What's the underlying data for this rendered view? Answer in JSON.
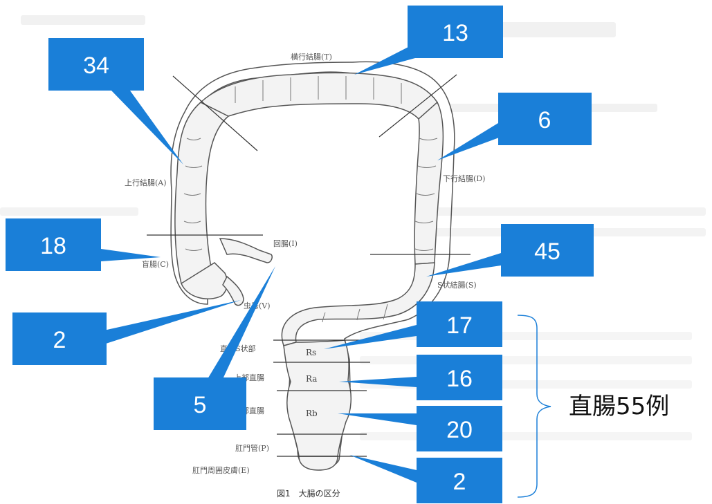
{
  "anatomy_labels": {
    "transverse": "横行結腸(T)",
    "ascending": "上行結腸(A)",
    "descending": "下行結腸(D)",
    "ileum": "回腸(I)",
    "cecum": "盲腸(C)",
    "appendix": "虫垂(V)",
    "sigmoid": "S状結腸(S)",
    "rs": "直腸S状部",
    "ra": "上部直腸",
    "rb": "下部直腸",
    "anal_canal": "肛門管(P)",
    "perianal": "肛門周囲皮膚(E)"
  },
  "segment_codes": {
    "rs": "Rs",
    "ra": "Ra",
    "rb": "Rb"
  },
  "callouts": {
    "transverse": "13",
    "ascending": "34",
    "descending": "6",
    "cecum": "18",
    "sigmoid": "45",
    "appendix": "2",
    "ileum": "5",
    "rs": "17",
    "ra": "16",
    "rb": "20",
    "anal": "2"
  },
  "caption": "図1　大腸の区分",
  "rectum_total": "直腸55例",
  "colors": {
    "callout_blue": "#1a7fd8",
    "organ_fill": "#f3f3f3",
    "organ_line": "#555555"
  }
}
